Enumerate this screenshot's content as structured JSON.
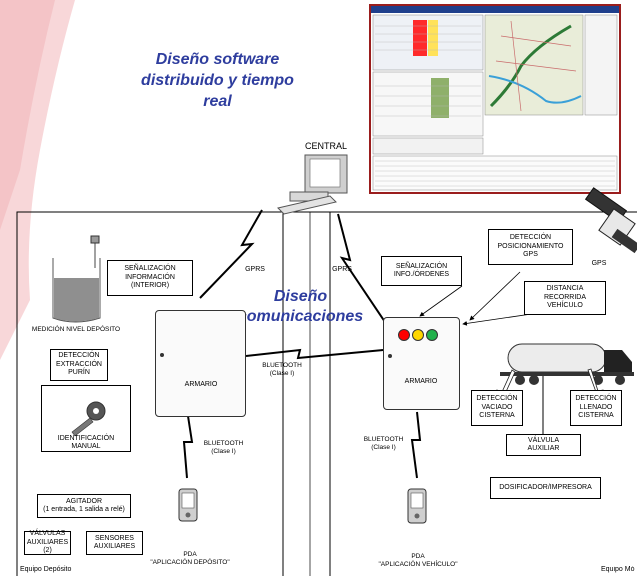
{
  "titles": {
    "software": "Diseño software\ndistribuido y tiempo\nreal",
    "communications": "Diseño\ncomunicaciones"
  },
  "labels": {
    "central": "CENTRAL",
    "gprs_left": "GPRS",
    "gprs_right": "GPRS",
    "gps": "GPS",
    "armario_left": "ARMARIO",
    "armario_right": "ARMARIO",
    "bluetooth_mid": "BLUETOOTH\n(Clase I)",
    "bluetooth_left": "BLUETOOTH\n(Clase I)",
    "bluetooth_right": "BLUETOOTH\n(Clase I)",
    "medicion": "MEDICIÓN NIVEL DEPÓSITO",
    "identificacion": "IDENTIFICACIÓN\nMANUAL",
    "pda_left": "PDA\n\"APLICACIÓN DEPÓSITO\"",
    "pda_right": "PDA\n\"APLICACIÓN VEHÍCULO\"",
    "equipo_deposito": "Equipo Depósito",
    "equipo_movil": "Equipo Mó"
  },
  "boxes": {
    "senalizacion_info": "SEÑALIZACIÓN\nINFORMACIÓN\n(INTERIOR)",
    "deteccion_extraccion": "DETECCIÓN\nEXTRACCIÓN\nPURÍN",
    "agitador": "AGITADOR\n(1 entrada, 1 salida a relé)",
    "valvulas_aux": "VÁLVULAS\nAUXILIARES\n(2)",
    "sensores_aux": "SENSORES\nAUXILIARES",
    "senalizacion_ordenes": "SEÑALIZACIÓN\nINFO./ÓRDENES",
    "deteccion_gps": "DETECCIÓN\nPOSICIONAMIENTO\nGPS",
    "distancia": "DISTANCIA\nRECORRIDA\nVEHÍCULO",
    "vaciado": "DETECCIÓN\nVACIADO\nCISTERNA",
    "llenado": "DETECCIÓN\nLLENADO\nCISTERNA",
    "valvula_aux": "VÁLVULA\nAUXILIAR",
    "dosificador": "DOSIFICADOR/IMPRESORA"
  },
  "colors": {
    "title_blue": "#2e3d9e",
    "light_red": "#ff0000",
    "light_yellow": "#ffd700",
    "light_green": "#22b14c",
    "decor_pink": "#f6c9cc"
  },
  "icons": [
    "computer-icon",
    "satellite-icon",
    "tank-icon",
    "key-icon",
    "pda-icon",
    "truck-icon",
    "screenshot-thumbnail"
  ]
}
